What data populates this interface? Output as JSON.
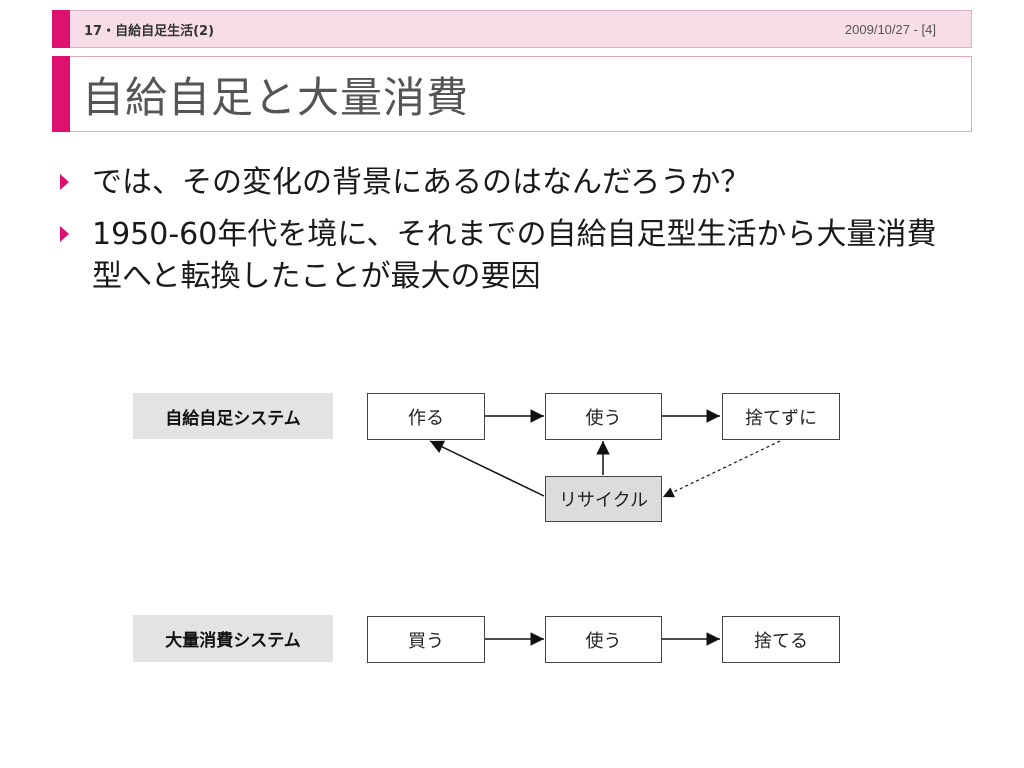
{
  "header": {
    "section": "17・自給自足生活(2)",
    "date_page": "2009/10/27 - [4]"
  },
  "slide": {
    "title": "自給自足と大量消費",
    "bullets": [
      "では、その変化の背景にあるのはなんだろうか？",
      "1950-60年代を境に、それまでの自給自足型生活から大量消費型へと転換したことが最大の要因"
    ]
  },
  "diagram": {
    "self_sufficient": {
      "label": "自給自足システム",
      "make": "作る",
      "use": "使う",
      "no_waste": "捨てずに",
      "recycle": "リサイクル"
    },
    "mass_consumption": {
      "label": "大量消費システム",
      "buy": "買う",
      "use": "使う",
      "discard": "捨てる"
    }
  },
  "colors": {
    "accent": "#e0116e",
    "header_bg": "#f7dde8"
  }
}
